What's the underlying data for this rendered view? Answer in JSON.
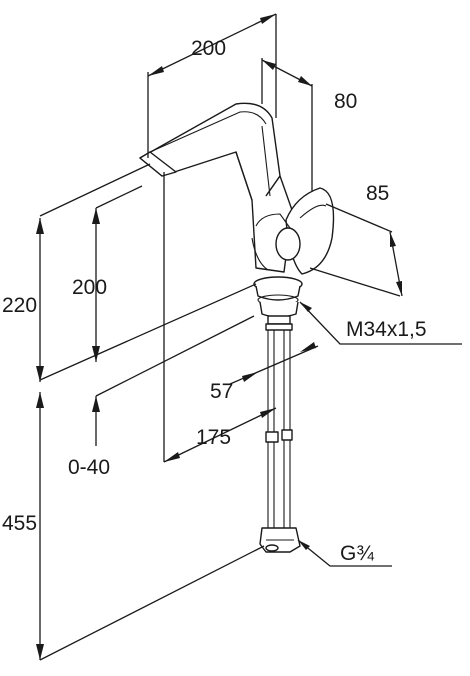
{
  "drawing": {
    "labels": {
      "spout_reach": "200",
      "body_depth": "80",
      "handle_depth": "85",
      "total_height": "220",
      "spout_height": "200",
      "thread": "M34x1,5",
      "base_dia": "57",
      "hose_reach": "175",
      "deck_thickness": "0-40",
      "hose_length": "455",
      "connection": "G¾"
    },
    "colors": {
      "line": "#1a1a1a",
      "background": "#ffffff"
    }
  }
}
